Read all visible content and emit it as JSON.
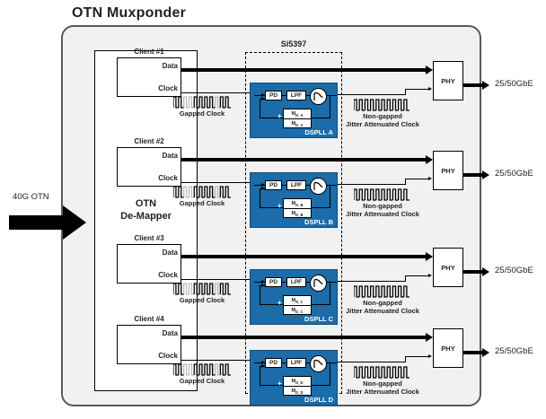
{
  "title": "OTN Muxponder",
  "input": {
    "label": "40G OTN"
  },
  "demapper": {
    "line1": "OTN",
    "line2": "De-Mapper"
  },
  "si_block": {
    "label": "Si5397"
  },
  "port_labels": {
    "data": "Data",
    "clock": "Clock"
  },
  "clients": [
    {
      "title": "Client #1"
    },
    {
      "title": "Client #2"
    },
    {
      "title": "Client #3"
    },
    {
      "title": "Client #4"
    }
  ],
  "gapped_clock": {
    "caption": "Gapped Clock"
  },
  "output_clock": {
    "line1": "Non-gapped",
    "line2": "Jitter Attenuated Clock"
  },
  "pll_blocks": [
    {
      "name": "DSPLL A",
      "pd": "PD",
      "lpf": "LPF",
      "num": "M",
      "num_sub": "N_A",
      "den": "M",
      "den_sub": "D_A",
      "plus": "+"
    },
    {
      "name": "DSPLL B",
      "pd": "PD",
      "lpf": "LPF",
      "num": "M",
      "num_sub": "N_B",
      "den": "M",
      "den_sub": "D_B",
      "plus": "+"
    },
    {
      "name": "DSPLL C",
      "pd": "PD",
      "lpf": "LPF",
      "num": "M",
      "num_sub": "N_C",
      "den": "M",
      "den_sub": "D_C",
      "plus": "+"
    },
    {
      "name": "DSPLL D",
      "pd": "PD",
      "lpf": "LPF",
      "num": "M",
      "num_sub": "N_D",
      "den": "M",
      "den_sub": "D_D",
      "plus": "+"
    }
  ],
  "phy": [
    {
      "label": "PHY",
      "output": "25/50GbE"
    },
    {
      "label": "PHY",
      "output": "25/50GbE"
    },
    {
      "label": "PHY",
      "output": "25/50GbE"
    },
    {
      "label": "PHY",
      "output": "25/50GbE"
    }
  ],
  "colors": {
    "pll_blue": "#1b6ca8",
    "chassis_bg": "#f1f1f1",
    "chassis_border": "#58595b",
    "line": "#000000",
    "text": "#231f20"
  }
}
